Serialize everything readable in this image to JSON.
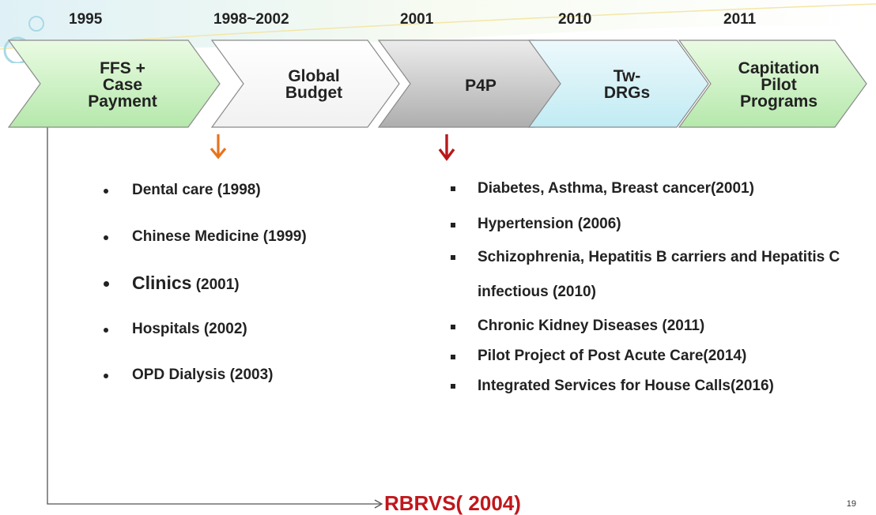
{
  "timeline": [
    {
      "year": "1995",
      "label": "FFS +\nCase\nPayment"
    },
    {
      "year": "1998~2002",
      "label": "Global\nBudget"
    },
    {
      "year": "2001",
      "label": "P4P"
    },
    {
      "year": "2010",
      "label": "Tw-\nDRGs"
    },
    {
      "year": "2011",
      "label": "Capitation\nPilot\nPrograms"
    }
  ],
  "global_budget_items": [
    {
      "label": "Dental care",
      "year": "(1998)"
    },
    {
      "label": "Chinese Medicine",
      "year": "(1999)"
    },
    {
      "label": "Clinics",
      "year": "(2001)"
    },
    {
      "label": "Hospitals",
      "year": "(2002)"
    },
    {
      "label": "OPD Dialysis",
      "year": "(2003)"
    }
  ],
  "p4p_items": [
    "Diabetes, Asthma, Breast cancer(2001)",
    "Hypertension (2006)",
    "Schizophrenia, Hepatitis B carriers and Hepatitis C infectious (2010)",
    "Chronic Kidney Diseases (2011)",
    "Pilot Project of Post Acute Care(2014)",
    "Integrated Services for House Calls(2016)"
  ],
  "rbrvs_label": "RBRVS( 2004)",
  "page_number": "19",
  "colors": {
    "green_light": "#e6f9df",
    "green_dark": "#b9ecb0",
    "white": "#ffffff",
    "gray_light": "#e9e9e9",
    "gray_dark": "#b3b3b3",
    "blue_light": "#e9f8fb",
    "blue_dark": "#c6edf4",
    "arrow_orange": "#e8731c",
    "arrow_red": "#b8181c",
    "rbrvs": "#c0171c"
  }
}
